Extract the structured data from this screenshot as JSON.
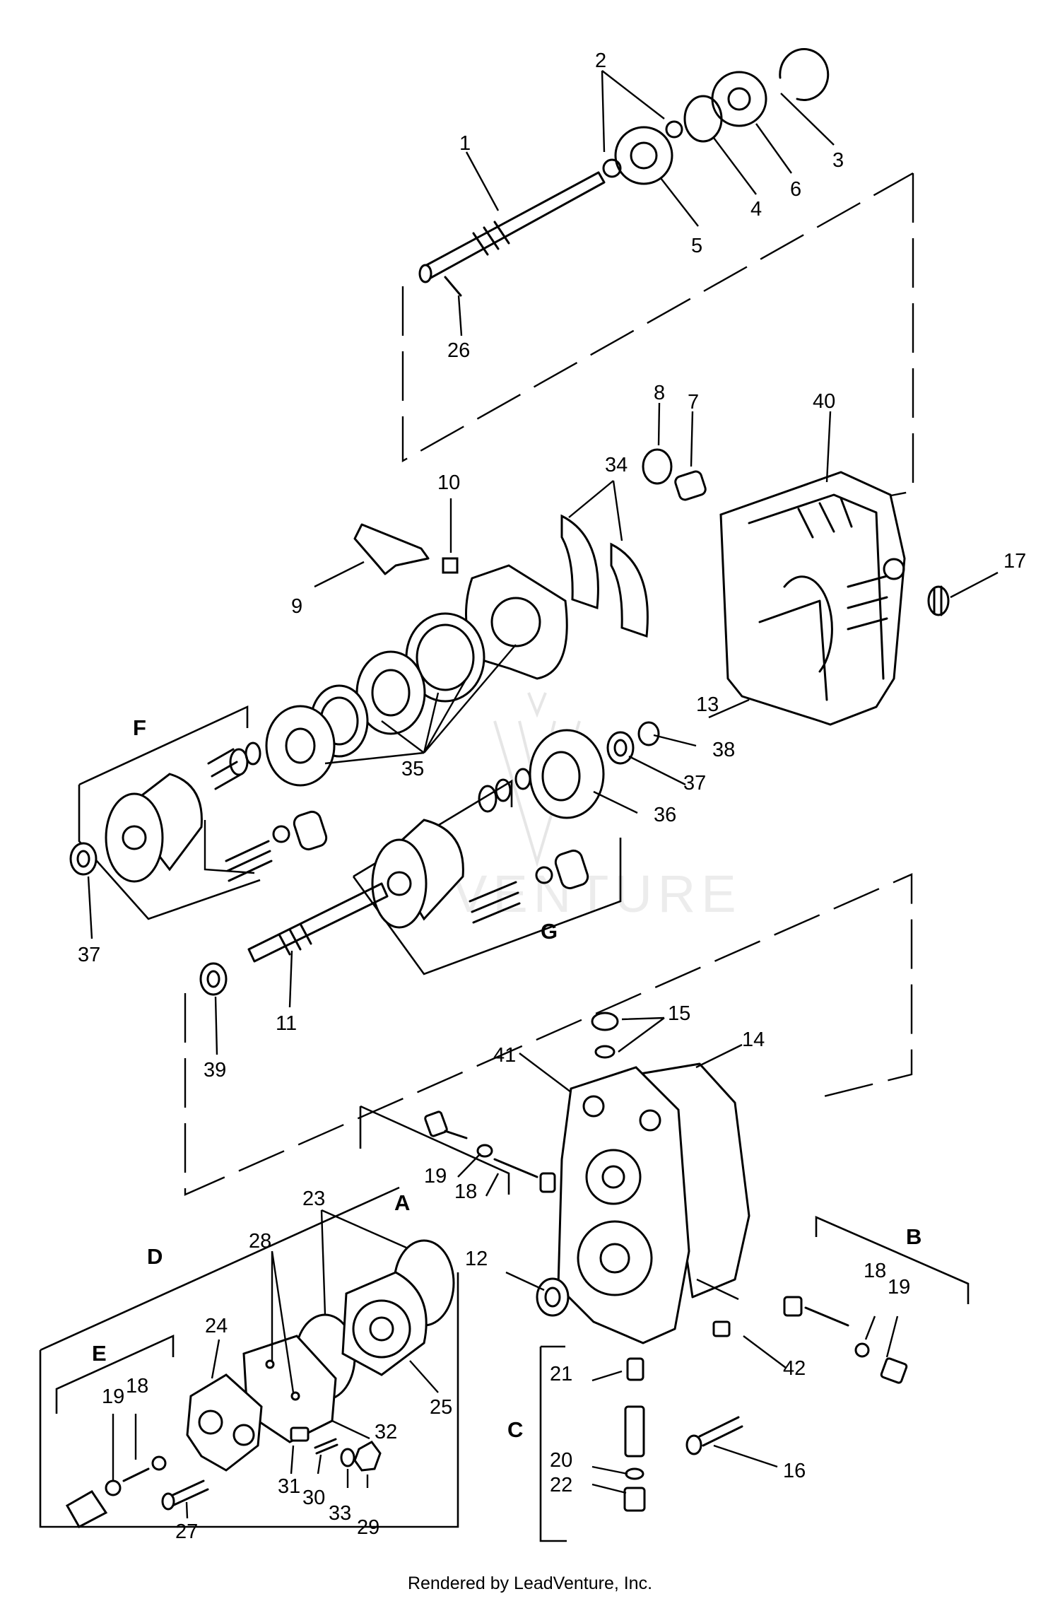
{
  "diagram": {
    "callouts": [
      "1",
      "2",
      "3",
      "4",
      "5",
      "6",
      "26",
      "8",
      "7",
      "40",
      "34",
      "10",
      "9",
      "17",
      "13",
      "35",
      "F",
      "38",
      "37",
      "36",
      "G",
      "37",
      "11",
      "39",
      "15",
      "14",
      "41",
      "19",
      "18",
      "A",
      "B",
      "18",
      "19",
      "12",
      "23",
      "28",
      "D",
      "24",
      "25",
      "E",
      "18",
      "19",
      "21",
      "42",
      "32",
      "C",
      "16",
      "20",
      "22",
      "31",
      "30",
      "33",
      "29",
      "27"
    ],
    "credit": "Rendered by LeadVenture, Inc.",
    "watermark": "VENTURE"
  }
}
